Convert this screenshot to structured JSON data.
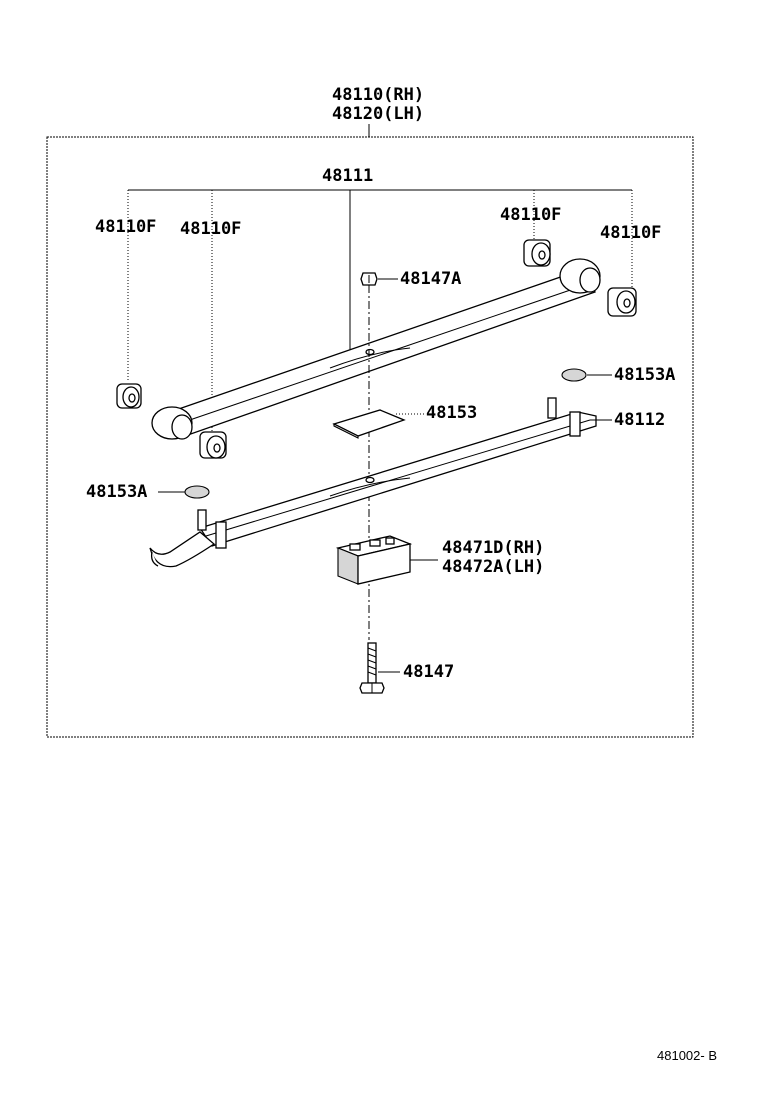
{
  "assembly_labels": {
    "rh": "48110(RH)",
    "lh": "48120(LH)"
  },
  "labels": {
    "main_leaf": "48111",
    "bushing_fl1": "48110F",
    "bushing_fl2": "48110F",
    "bushing_fr1": "48110F",
    "bushing_fr2": "48110F",
    "nut": "48147A",
    "insert_right": "48153A",
    "plate": "48153",
    "second_leaf": "48112",
    "insert_left": "48153A",
    "spacer_rh": "48471D(RH)",
    "spacer_lh": "48472A(LH)",
    "bolt": "48147"
  },
  "diagram_code": "481002- B"
}
